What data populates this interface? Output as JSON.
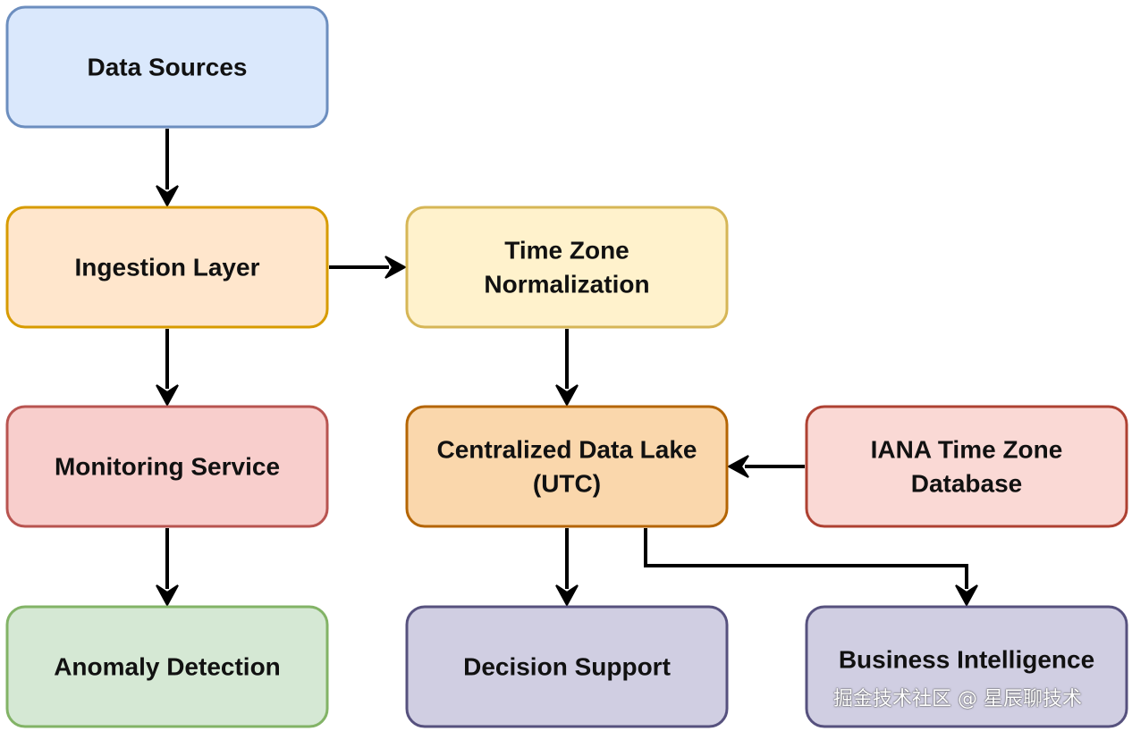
{
  "nodes": [
    {
      "id": "data_sources",
      "lines": [
        "Data Sources"
      ],
      "fill": "#dae8fc",
      "stroke": "#6c8ebf"
    },
    {
      "id": "ingestion_layer",
      "lines": [
        "Ingestion Layer"
      ],
      "fill": "#ffe6cc",
      "stroke": "#d79b00"
    },
    {
      "id": "time_zone_normalization",
      "lines": [
        "Time Zone",
        "Normalization"
      ],
      "fill": "#fff2cc",
      "stroke": "#d6b656"
    },
    {
      "id": "monitoring_service",
      "lines": [
        "Monitoring Service"
      ],
      "fill": "#f8cecc",
      "stroke": "#b85450"
    },
    {
      "id": "centralized_data_lake",
      "lines": [
        "Centralized Data Lake",
        "(UTC)"
      ],
      "fill": "#fad7ac",
      "stroke": "#b46504"
    },
    {
      "id": "iana_database",
      "lines": [
        "IANA Time Zone",
        "Database"
      ],
      "fill": "#fad9d5",
      "stroke": "#ae4132"
    },
    {
      "id": "anomaly_detection",
      "lines": [
        "Anomaly Detection"
      ],
      "fill": "#d5e8d4",
      "stroke": "#82b366"
    },
    {
      "id": "decision_support",
      "lines": [
        "Decision Support"
      ],
      "fill": "#d0cee2",
      "stroke": "#56517e"
    },
    {
      "id": "business_intelligence",
      "lines": [
        "Business Intelligence"
      ],
      "fill": "#d0cee2",
      "stroke": "#56517e"
    }
  ],
  "edges": [
    {
      "from": "data_sources",
      "to": "ingestion_layer"
    },
    {
      "from": "ingestion_layer",
      "to": "time_zone_normalization"
    },
    {
      "from": "ingestion_layer",
      "to": "monitoring_service"
    },
    {
      "from": "time_zone_normalization",
      "to": "centralized_data_lake"
    },
    {
      "from": "iana_database",
      "to": "centralized_data_lake"
    },
    {
      "from": "monitoring_service",
      "to": "anomaly_detection"
    },
    {
      "from": "centralized_data_lake",
      "to": "decision_support"
    },
    {
      "from": "centralized_data_lake",
      "to": "business_intelligence"
    }
  ],
  "watermark": "掘金技术社区 @ 星辰聊技术"
}
